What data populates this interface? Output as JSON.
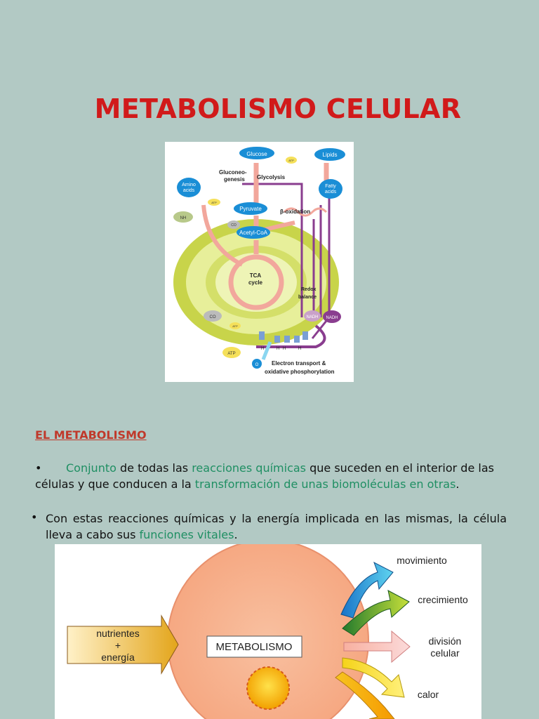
{
  "title": "METABOLISMO CELULAR",
  "figure1": {
    "labels": {
      "glucose": "Glucose",
      "lipids": "Lipids",
      "gluconeogenesis_1": "Gluconeo-",
      "gluconeogenesis_2": "genesis",
      "glycolysis": "Glycolysis",
      "amino_1": "Amino",
      "amino_2": "acids",
      "fatty_1": "Fatty",
      "fatty_2": "acids",
      "atp": "ATP",
      "nh3": "NH",
      "pyruvate": "Pyruvate",
      "co2": "CO",
      "beta_ox": "β-oxidation",
      "acetyl": "Acetyl-CoA",
      "tca_1": "TCA",
      "tca_2": "cycle",
      "redox_1": "Redox",
      "redox_2": "balance",
      "nadh": "NADH",
      "h": "H",
      "o2": "O",
      "et_1": "Electron transport &",
      "et_2": "oxidative phosphorylation"
    }
  },
  "section": {
    "heading": "EL  METABOLISMO",
    "bullet_char": "•",
    "p1": {
      "green1": "Conjunto",
      "t1": " de todas las ",
      "green2": "reacciones químicas",
      "t2": " que suceden en el interior de las",
      "t3": "células y que conducen a la ",
      "green3": "transformación de unas biomoléculas en otras",
      "t4": "."
    },
    "p2": {
      "t1": "Con estas reacciones químicas y la energía implicada en las mismas, la célula lleva a cabo sus ",
      "green1": "funciones vitales",
      "t2": "."
    }
  },
  "figure2": {
    "input_1": "nutrientes",
    "input_2": "+",
    "input_3": "energía",
    "center": "METABOLISMO",
    "out_1": "movimiento",
    "out_2": "crecimiento",
    "out_3a": "división",
    "out_3b": "celular",
    "out_4": "calor"
  }
}
